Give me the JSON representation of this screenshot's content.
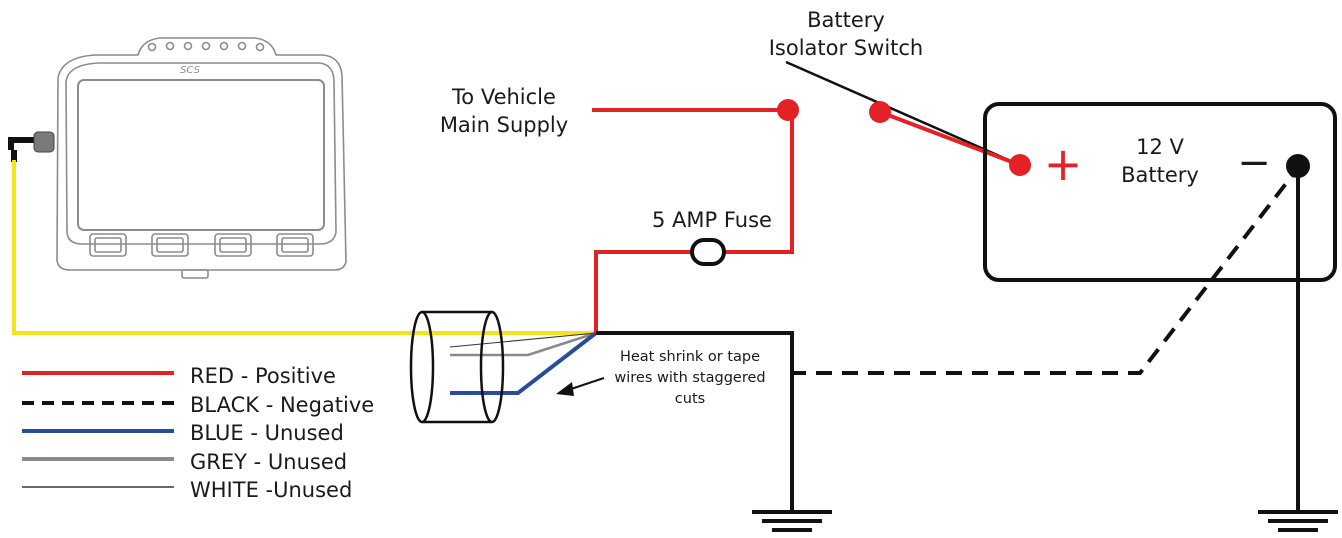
{
  "labels": {
    "to_vehicle_line1": "To Vehicle",
    "to_vehicle_line2": "Main Supply",
    "isolator_line1": "Battery",
    "isolator_line2": "Isolator Switch",
    "fuse": "5 AMP Fuse",
    "battery_voltage": "12 V",
    "battery_name": "Battery",
    "positive_symbol": "+",
    "negative_symbol": "−",
    "heatshrink_line1": "Heat shrink or tape",
    "heatshrink_line2": "wires with staggered",
    "heatshrink_line3": "cuts",
    "device_logo": "SCS"
  },
  "legend": [
    {
      "label": "RED - Positive",
      "color": "#e32226",
      "style": "solid-thick"
    },
    {
      "label": "BLACK - Negative",
      "color": "#111111",
      "style": "dashed"
    },
    {
      "label": "BLUE - Unused",
      "color": "#2a4d9b",
      "style": "solid-thick"
    },
    {
      "label": "GREY - Unused",
      "color": "#8a8a8a",
      "style": "solid-thick"
    },
    {
      "label": "WHITE -Unused",
      "color": "#111111",
      "style": "solid-thin"
    }
  ],
  "colors": {
    "red": "#e32226",
    "black": "#111111",
    "blue": "#2a4d9b",
    "grey": "#8a8a8a",
    "yellow": "#f2e520",
    "device_outline": "#8c8c8c"
  }
}
